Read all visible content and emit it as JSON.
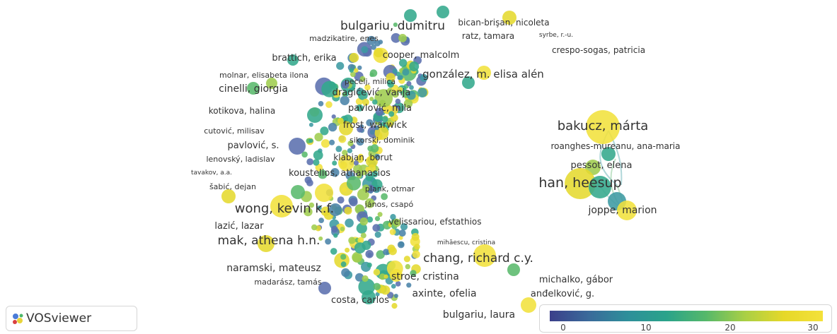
{
  "app": {
    "name": "VOSviewer"
  },
  "legend": {
    "min": 0,
    "max": 32,
    "ticks": [
      "0",
      "10",
      "20",
      "30"
    ],
    "colors": [
      "#3b3f8a",
      "#2e8f9a",
      "#55b86a",
      "#e6d829"
    ]
  },
  "labels": [
    "bulgariu, dumitru",
    "bican-brişan, nicoleta",
    "madzikatire, enes",
    "ratz, tamara",
    "syrbe, r.-u.",
    "crespo-sogas, patricia",
    "cooper, malcolm",
    "brattich, erika",
    "gonzález, m. elisa alén",
    "molnar, elisabeta ilona",
    "pecelj, milica",
    "cinelli, giorgia",
    "dragićević, vanja",
    "pavlović, mila",
    "kotikova, halina",
    "frost, warwick",
    "cutović, milisav",
    "sikorski, dominik",
    "pavlović, s.",
    "lenovský, ladislav",
    "klabjan, borut",
    "tavakov, a.a.",
    "koustelios, athanasios",
    "šabić, dejan",
    "plank, otmar",
    "wong, kevin k.f.",
    "jános, csapó",
    "velissariou, efstathios",
    "lazić, lazar",
    "mak, athena h.n.",
    "mihăescu, cristina",
    "chang, richard c.y.",
    "naramski, mateusz",
    "stroe, cristina",
    "michalko, gábor",
    "madarász, tamás",
    "axinte, ofelia",
    "anđelković, g.",
    "costa, carlos",
    "bulgariu, laura",
    "bakucz, márta",
    "roanghes-mureanu, ana-maria",
    "pessot, elena",
    "han, heesup",
    "joppe, marion"
  ]
}
